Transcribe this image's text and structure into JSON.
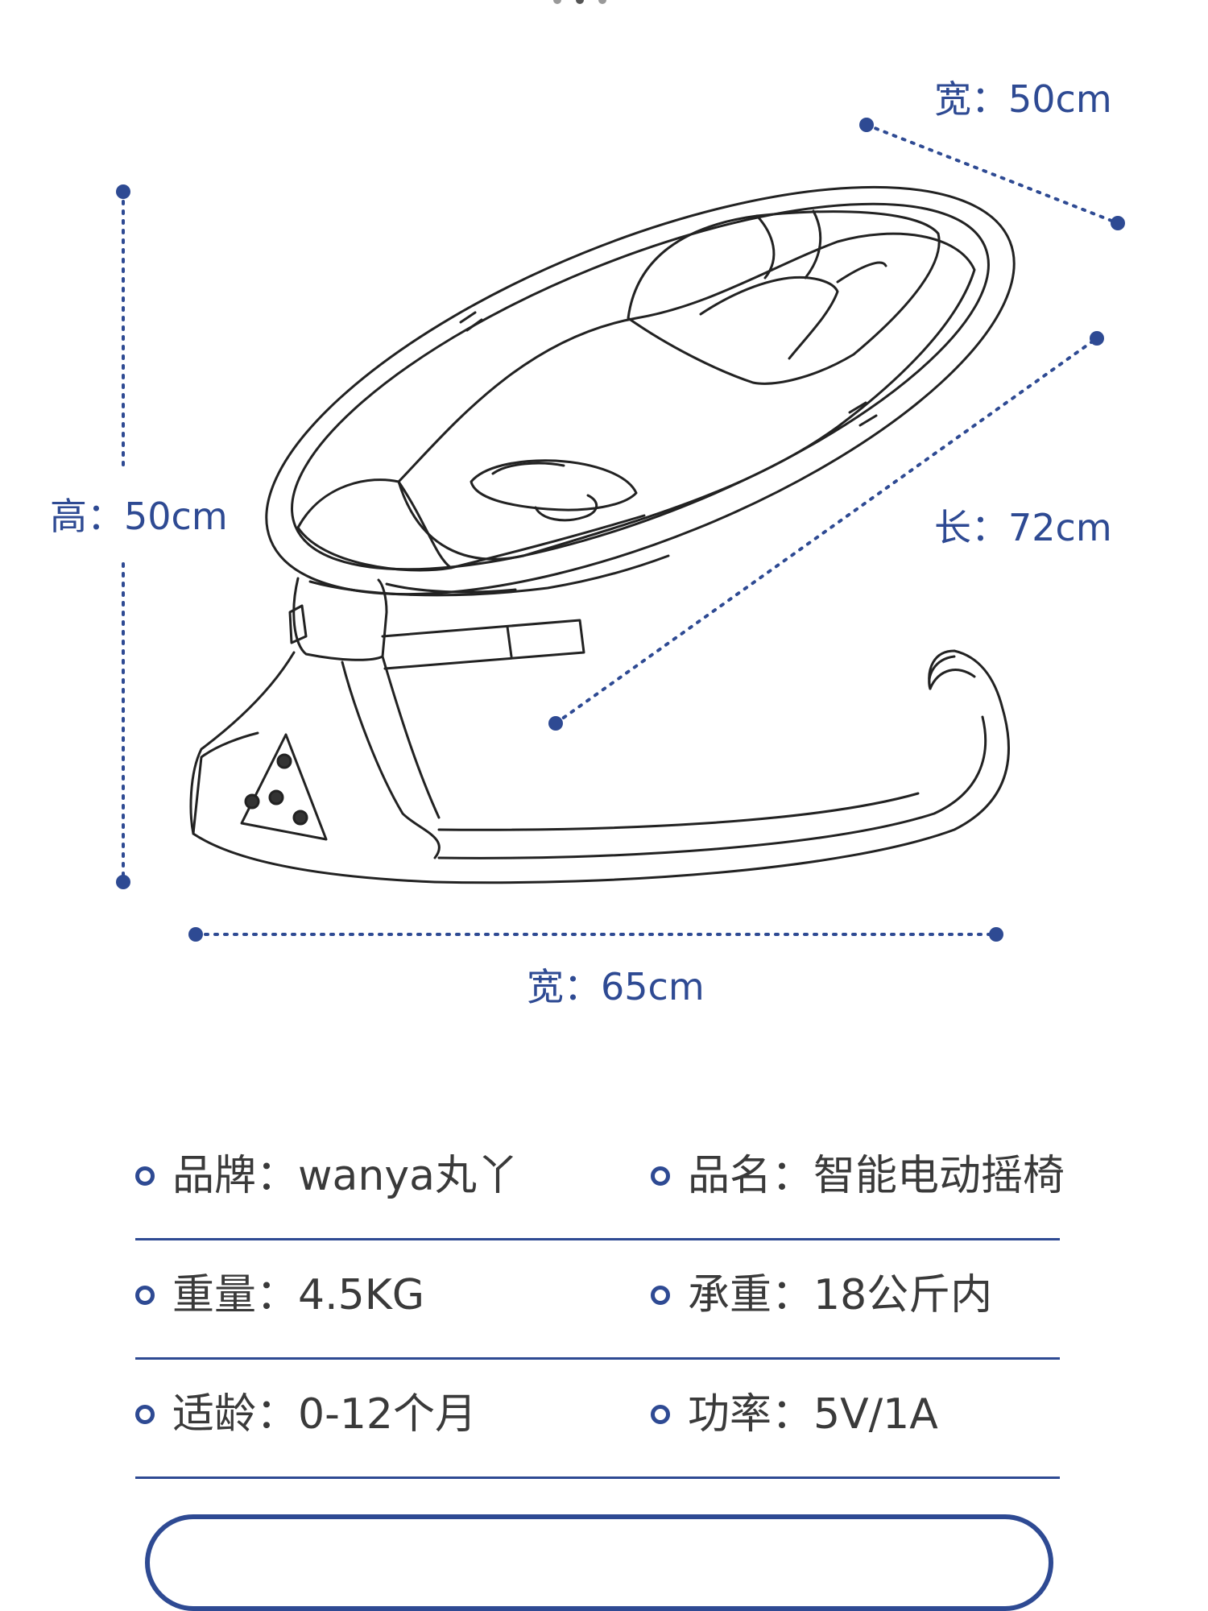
{
  "dimensions": {
    "top_width": "宽：50cm",
    "height": "高：50cm",
    "length": "长：72cm",
    "bottom_width": "宽：65cm"
  },
  "specs": [
    {
      "left": "品牌：wanya丸丫",
      "right": "品名：智能电动摇椅"
    },
    {
      "left": "重量：4.5KG",
      "right": "承重：18公斤内"
    },
    {
      "left": "适龄：0-12个月",
      "right": "功率：5V/1A"
    }
  ],
  "colors": {
    "accent": "#2e4a93",
    "text": "#3a3a3a",
    "line_art": "#222222"
  }
}
